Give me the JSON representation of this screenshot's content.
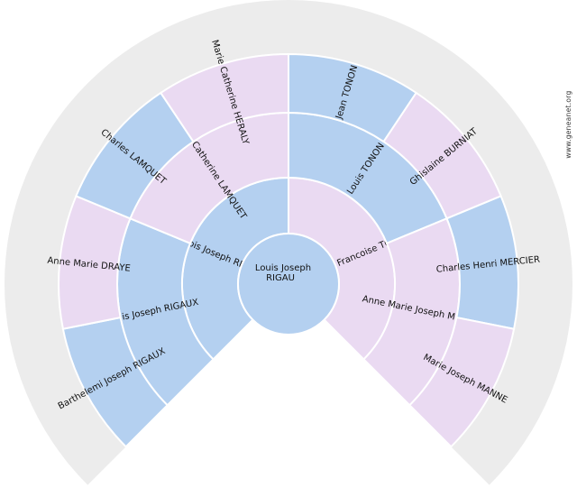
{
  "colors": {
    "male": "#b4d0f0",
    "female": "#eadaf2",
    "background_ring": "#ececec"
  },
  "center": {
    "name_line1": "Louis Joseph",
    "name_line2": "RIGAU",
    "gender": "male"
  },
  "generations": [
    [
      {
        "name": "Francois Joseph RIGAUX",
        "gender": "male"
      },
      {
        "name": "Marie Francoise TONON",
        "gender": "female"
      }
    ],
    [
      {
        "name": "Louis Joseph RIGAUX",
        "gender": "male"
      },
      {
        "name": "Marie Catherine LAMQUET",
        "gender": "female"
      },
      {
        "name": "Louis TONON",
        "gender": "male"
      },
      {
        "name": "Anne Marie Joseph MERCIER",
        "gender": "female"
      }
    ],
    [
      {
        "name": "Barthelemi Joseph RIGAUX",
        "gender": "male"
      },
      {
        "name": "Anne Marie DRAYE",
        "gender": "female"
      },
      {
        "name": "Charles LAMQUET",
        "gender": "male"
      },
      {
        "name": "Marie Catherine HERALY",
        "gender": "female"
      },
      {
        "name": "Jean TONON",
        "gender": "male"
      },
      {
        "name": "Ghislaine BURNIAT",
        "gender": "female"
      },
      {
        "name": "Charles Henri MERCIER",
        "gender": "male"
      },
      {
        "name": "Marie Joseph MANNE",
        "gender": "female"
      }
    ]
  ],
  "site_label": "www.geneanet.org"
}
